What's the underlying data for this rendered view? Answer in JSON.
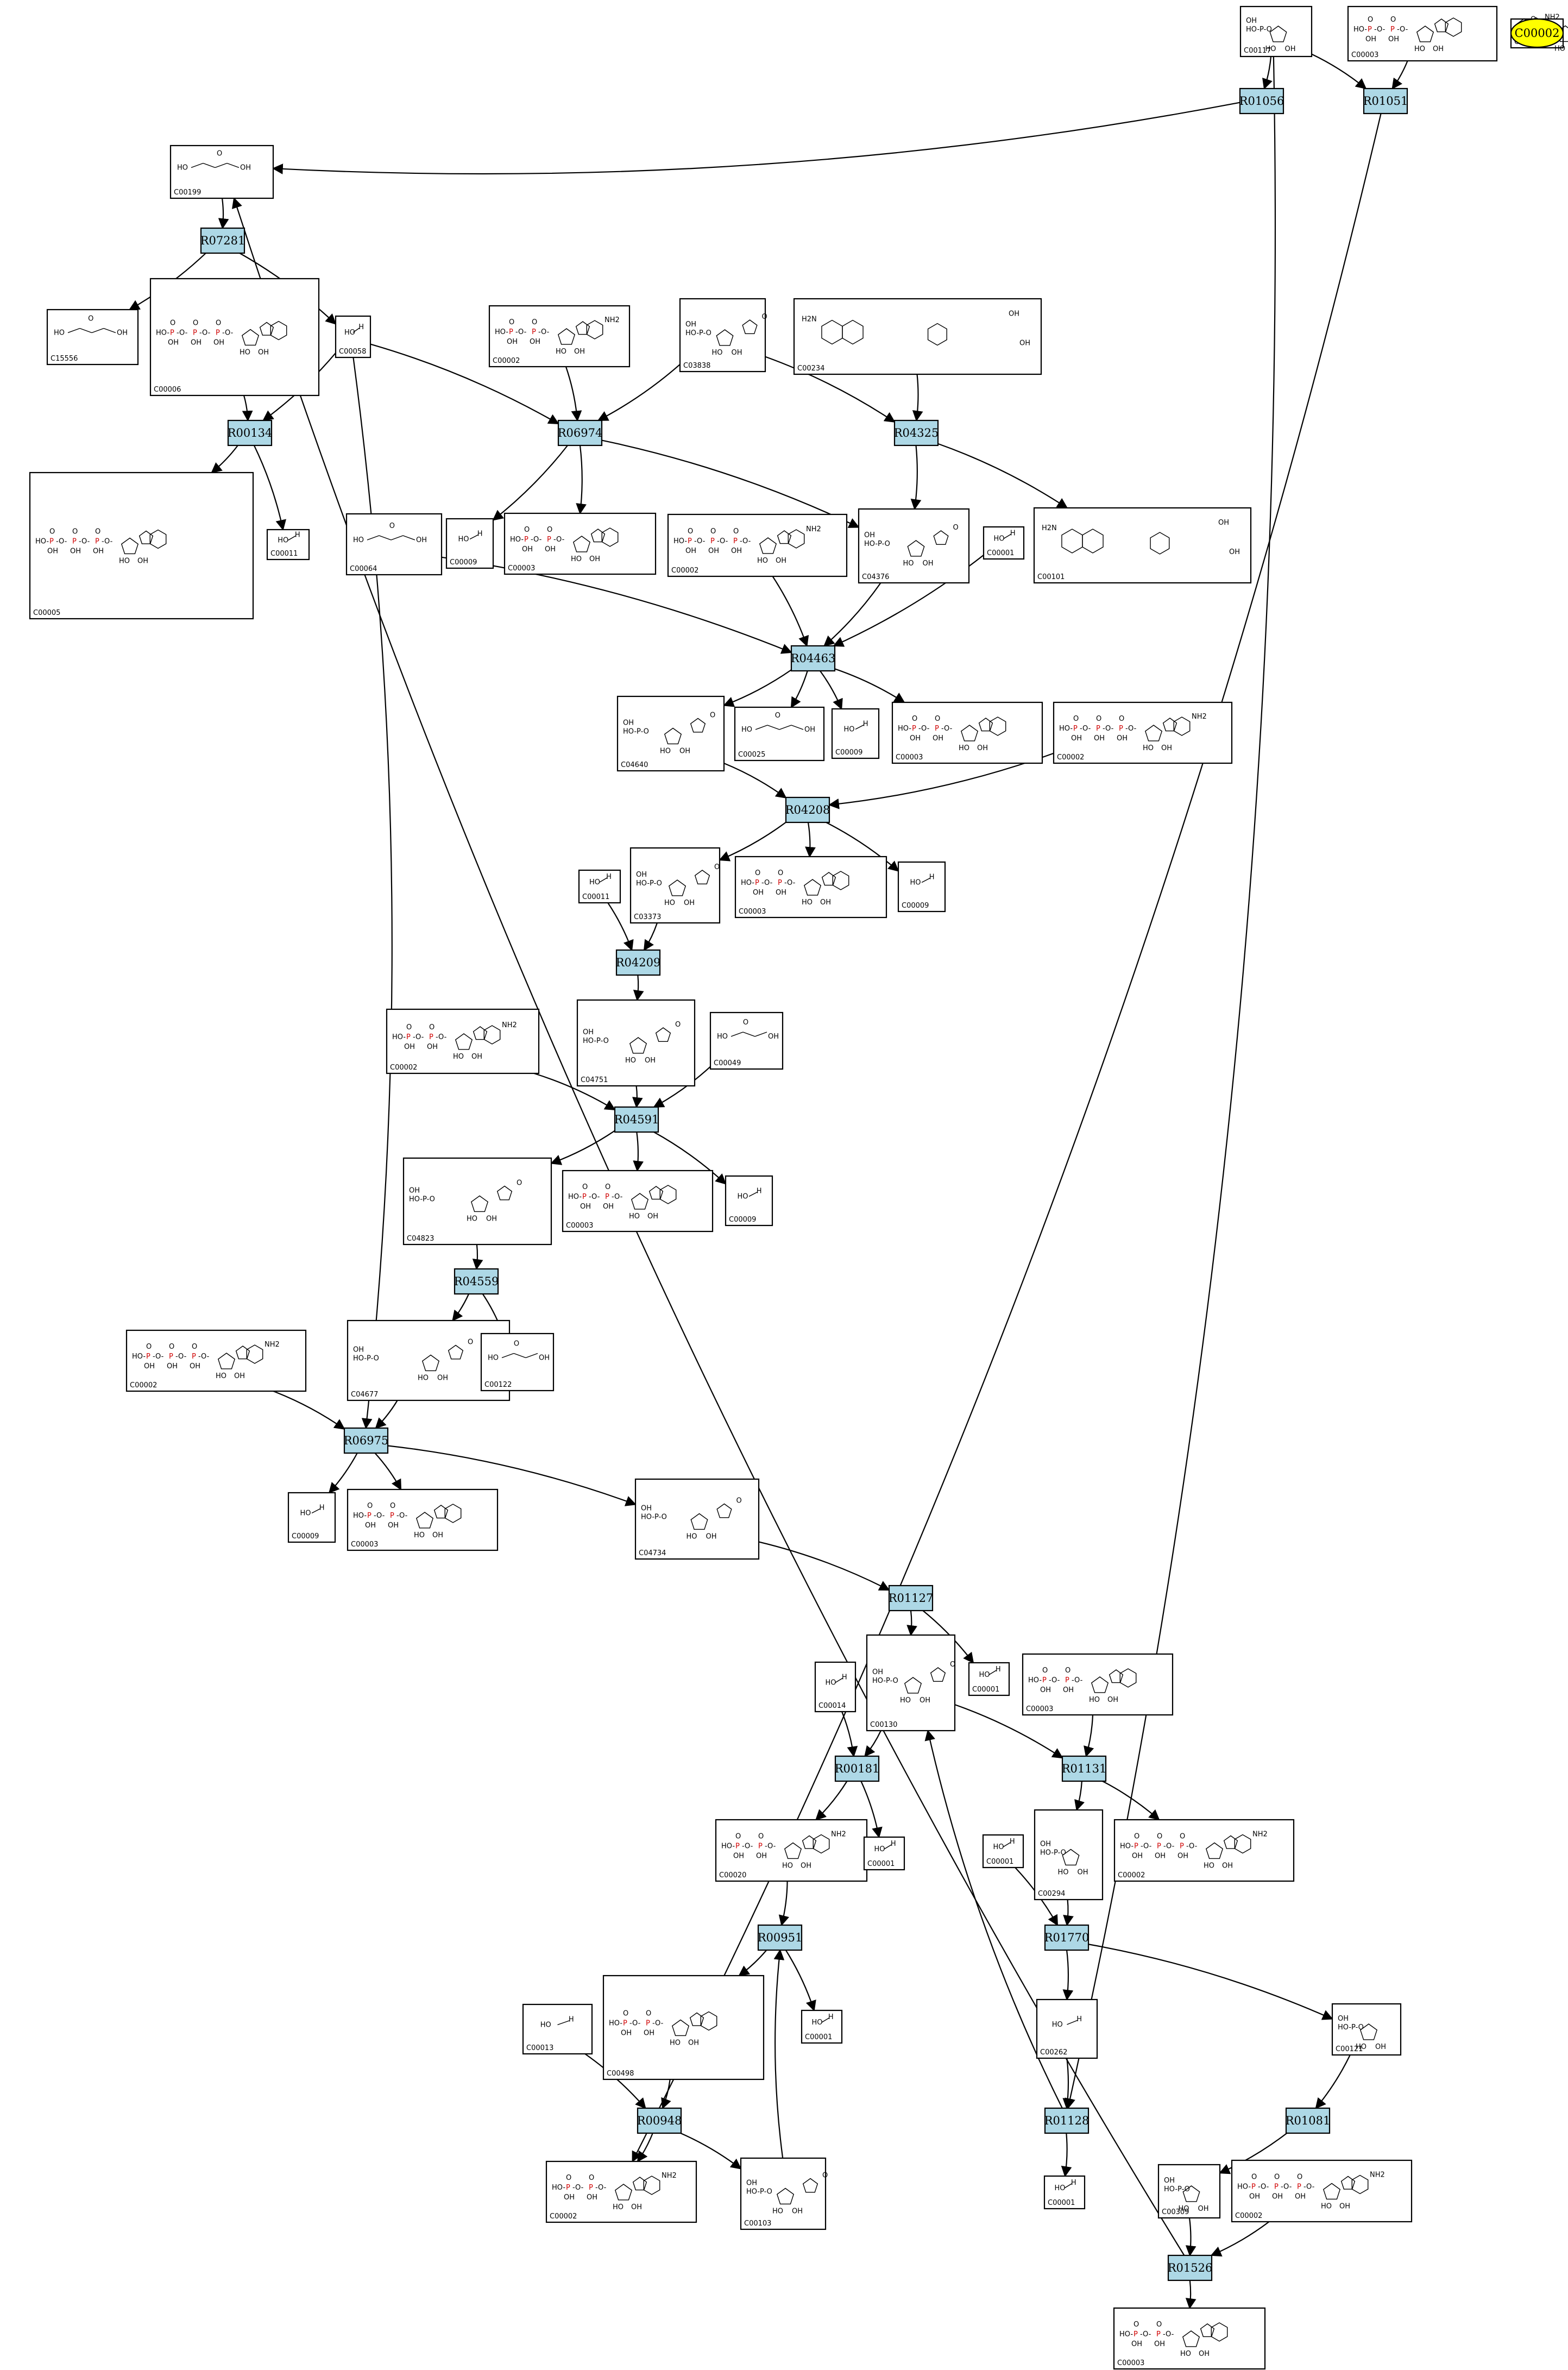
{
  "highlight": {
    "label": "C00002",
    "fill": "#ffff00"
  },
  "colors": {
    "reaction_fill": "#add8e6",
    "compound_fill": "#ffffff",
    "stroke": "#000000"
  },
  "reactions": [
    {
      "id": "R01056",
      "label": "R01056"
    },
    {
      "id": "R01051",
      "label": "R01051"
    },
    {
      "id": "R07281",
      "label": "R07281"
    },
    {
      "id": "R00134",
      "label": "R00134"
    },
    {
      "id": "R06974",
      "label": "R06974"
    },
    {
      "id": "R04325",
      "label": "R04325"
    },
    {
      "id": "R04463",
      "label": "R04463"
    },
    {
      "id": "R04208",
      "label": "R04208"
    },
    {
      "id": "R04209",
      "label": "R04209"
    },
    {
      "id": "R04591",
      "label": "R04591"
    },
    {
      "id": "R04559",
      "label": "R04559"
    },
    {
      "id": "R06975",
      "label": "R06975"
    },
    {
      "id": "R01127",
      "label": "R01127"
    },
    {
      "id": "R00181",
      "label": "R00181"
    },
    {
      "id": "R01131",
      "label": "R01131"
    },
    {
      "id": "R00951",
      "label": "R00951"
    },
    {
      "id": "R01770",
      "label": "R01770"
    },
    {
      "id": "R00948",
      "label": "R00948"
    },
    {
      "id": "R01128",
      "label": "R01128"
    },
    {
      "id": "R01081",
      "label": "R01081"
    },
    {
      "id": "R01526",
      "label": "R01526"
    }
  ],
  "compounds": [
    {
      "id": "n1",
      "label": "C00117",
      "kind": "ribose5p"
    },
    {
      "id": "n2",
      "label": "C00003",
      "kind": "nucleotide"
    },
    {
      "id": "n3",
      "label": "C00002",
      "kind": "atp"
    },
    {
      "id": "n4",
      "label": "C00199",
      "kind": "chain"
    },
    {
      "id": "n5",
      "label": "C15556",
      "kind": "chain"
    },
    {
      "id": "n6",
      "label": "C00006",
      "kind": "nucleotide"
    },
    {
      "id": "n7",
      "label": "C00058",
      "kind": "small"
    },
    {
      "id": "n8",
      "label": "C00005",
      "kind": "nucleotide"
    },
    {
      "id": "n9",
      "label": "C00011",
      "kind": "small"
    },
    {
      "id": "n10",
      "label": "C00002",
      "kind": "atp"
    },
    {
      "id": "n11",
      "label": "C03838",
      "kind": "ribose5p"
    },
    {
      "id": "n12",
      "label": "C00234",
      "kind": "pterin"
    },
    {
      "id": "n13",
      "label": "C00064",
      "kind": "chain"
    },
    {
      "id": "n14",
      "label": "C00009",
      "kind": "small"
    },
    {
      "id": "n15",
      "label": "C00003",
      "kind": "nucleotide"
    },
    {
      "id": "n16",
      "label": "C00002",
      "kind": "atp"
    },
    {
      "id": "n17",
      "label": "C04376",
      "kind": "ribose5p"
    },
    {
      "id": "n18",
      "label": "C00001",
      "kind": "small"
    },
    {
      "id": "n19",
      "label": "C00101",
      "kind": "pterin"
    },
    {
      "id": "n20",
      "label": "C04640",
      "kind": "ribose5p"
    },
    {
      "id": "n21",
      "label": "C00025",
      "kind": "chain"
    },
    {
      "id": "n22",
      "label": "C00009",
      "kind": "small"
    },
    {
      "id": "n23",
      "label": "C00003",
      "kind": "nucleotide"
    },
    {
      "id": "n24",
      "label": "C00002",
      "kind": "atp"
    },
    {
      "id": "n25",
      "label": "C03373",
      "kind": "ribose5p"
    },
    {
      "id": "n26",
      "label": "C00003",
      "kind": "nucleotide"
    },
    {
      "id": "n27",
      "label": "C00009",
      "kind": "small"
    },
    {
      "id": "n28",
      "label": "C00011",
      "kind": "small"
    },
    {
      "id": "n29",
      "label": "C04751",
      "kind": "ribose5p"
    },
    {
      "id": "n30",
      "label": "C00002",
      "kind": "atp"
    },
    {
      "id": "n31",
      "label": "C00049",
      "kind": "chain"
    },
    {
      "id": "n32",
      "label": "C04823",
      "kind": "ribose5p"
    },
    {
      "id": "n33",
      "label": "C00003",
      "kind": "nucleotide"
    },
    {
      "id": "n34",
      "label": "C00009",
      "kind": "small"
    },
    {
      "id": "n35",
      "label": "C04677",
      "kind": "ribose5p"
    },
    {
      "id": "n36",
      "label": "C00122",
      "kind": "chain"
    },
    {
      "id": "n37",
      "label": "C00002",
      "kind": "atp"
    },
    {
      "id": "n38",
      "label": "C00009",
      "kind": "small"
    },
    {
      "id": "n39",
      "label": "C00003",
      "kind": "nucleotide"
    },
    {
      "id": "n40",
      "label": "C04734",
      "kind": "ribose5p"
    },
    {
      "id": "n41",
      "label": "C00001",
      "kind": "small"
    },
    {
      "id": "n42",
      "label": "C00130",
      "kind": "ribose5p"
    },
    {
      "id": "n43",
      "label": "C00003",
      "kind": "nucleotide"
    },
    {
      "id": "n44",
      "label": "C00014",
      "kind": "small"
    },
    {
      "id": "n45",
      "label": "C00020",
      "kind": "atp"
    },
    {
      "id": "n46",
      "label": "C00001",
      "kind": "small"
    },
    {
      "id": "n47",
      "label": "C00294",
      "kind": "ribose5p"
    },
    {
      "id": "n48",
      "label": "C00002",
      "kind": "atp"
    },
    {
      "id": "n49",
      "label": "C00001",
      "kind": "small"
    },
    {
      "id": "n50",
      "label": "C00498",
      "kind": "nucleotide"
    },
    {
      "id": "n51",
      "label": "C00001",
      "kind": "small"
    },
    {
      "id": "n52",
      "label": "C00013",
      "kind": "small"
    },
    {
      "id": "n53",
      "label": "C00262",
      "kind": "small"
    },
    {
      "id": "n54",
      "label": "C00121",
      "kind": "ribose5p"
    },
    {
      "id": "n55",
      "label": "C00002",
      "kind": "atp"
    },
    {
      "id": "n56",
      "label": "C00103",
      "kind": "ribose5p"
    },
    {
      "id": "n57",
      "label": "C00001",
      "kind": "small"
    },
    {
      "id": "n58",
      "label": "C00309",
      "kind": "ribose5p"
    },
    {
      "id": "n59",
      "label": "C00002",
      "kind": "atp"
    },
    {
      "id": "n60",
      "label": "C00003",
      "kind": "nucleotide"
    }
  ]
}
